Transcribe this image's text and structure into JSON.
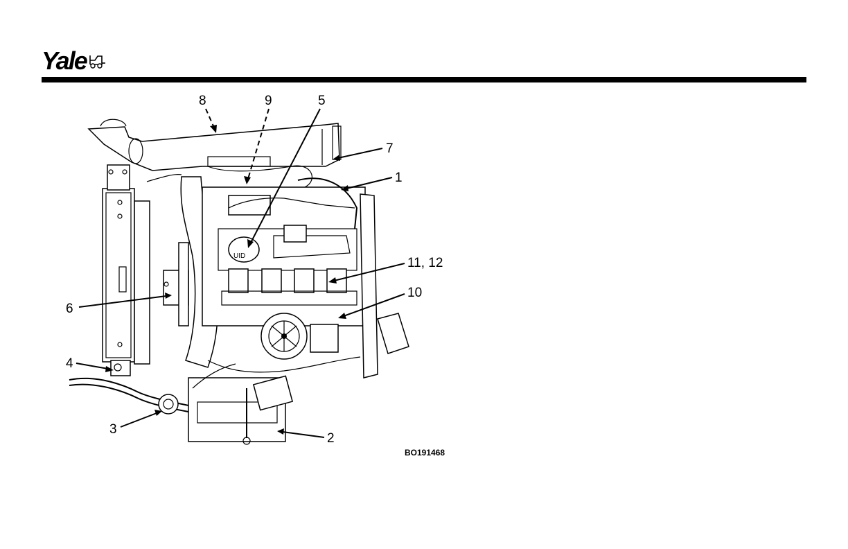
{
  "header": {
    "brand": "Yale",
    "brand_icon": "forklift-icon"
  },
  "figure": {
    "id": "BO191468",
    "callouts": [
      "8",
      "9",
      "5",
      "7",
      "1",
      "11, 12",
      "10",
      "6",
      "4",
      "3",
      "2"
    ]
  }
}
